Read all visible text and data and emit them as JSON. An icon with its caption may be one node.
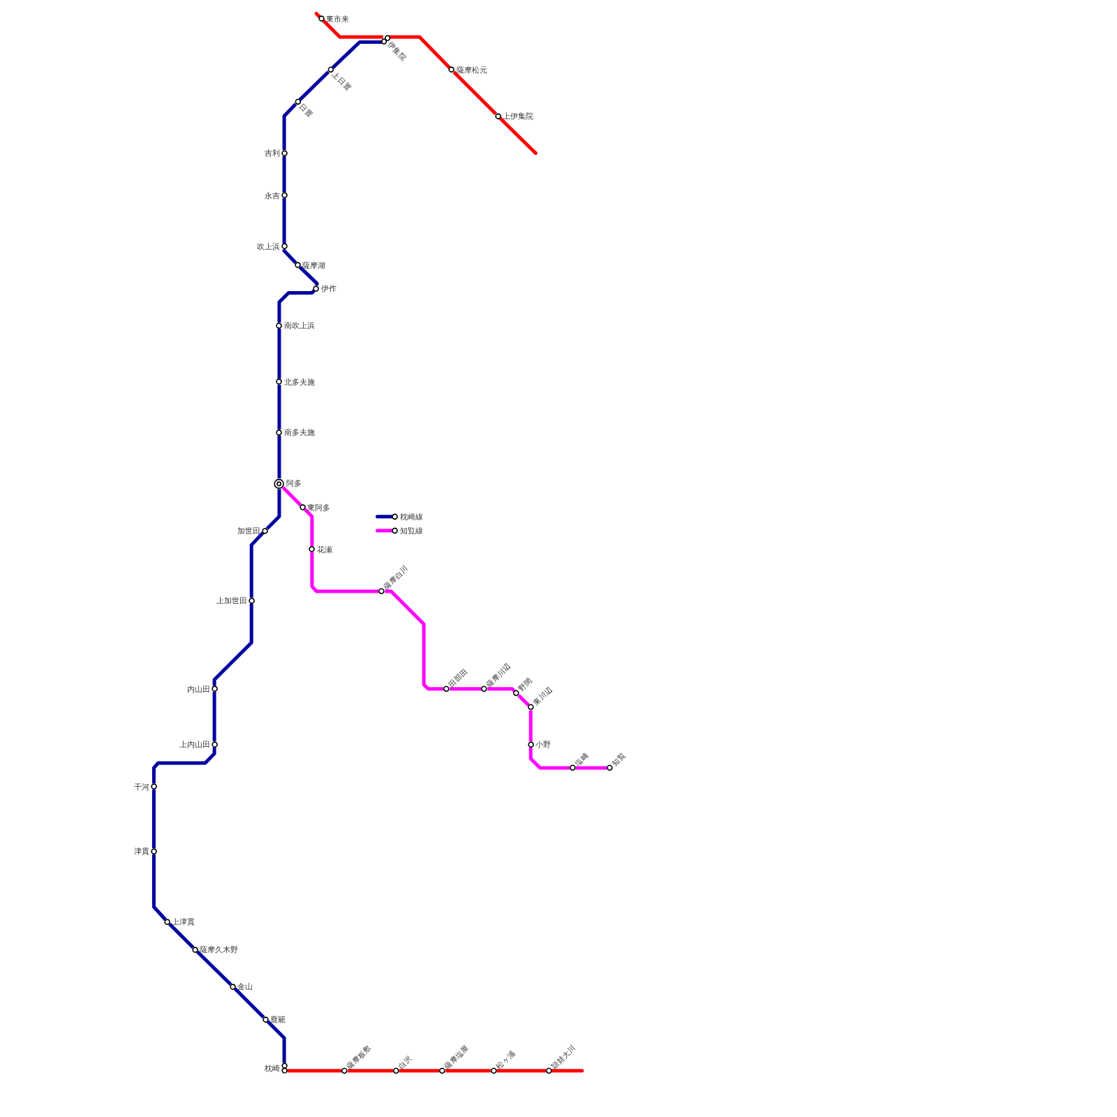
{
  "diagram": {
    "nodes": [
      {
        "text": [
          "東市来"
        ]
      },
      {
        "text": [
          "伊集院"
        ]
      },
      {
        "text": [
          "薩摩松元"
        ]
      },
      {
        "text": [
          "上伊集院"
        ]
      },
      {
        "text": [
          "上日置"
        ]
      },
      {
        "text": [
          "日置"
        ]
      },
      {
        "text": [
          "吉利"
        ]
      },
      {
        "text": [
          "永吉"
        ]
      },
      {
        "text": [
          "吹上浜"
        ]
      },
      {
        "text": [
          "薩摩湖"
        ]
      },
      {
        "text": [
          "伊作"
        ]
      },
      {
        "text": [
          "南吹上浜"
        ]
      },
      {
        "text": [
          "北多夫施"
        ]
      },
      {
        "text": [
          "南多夫施"
        ]
      },
      {
        "text": [
          "阿多"
        ]
      },
      {
        "text": [
          "東阿多"
        ]
      },
      {
        "text": [
          "加世田"
        ]
      },
      {
        "text": [
          "花瀬"
        ]
      },
      {
        "text": [
          "薩摩白川"
        ]
      },
      {
        "text": [
          "上加世田"
        ]
      },
      {
        "text": [
          "内山田"
        ]
      },
      {
        "text": [
          "田部田"
        ]
      },
      {
        "text": [
          "薩摩川辺"
        ]
      },
      {
        "text": [
          "野間"
        ]
      },
      {
        "text": [
          "東川辺"
        ]
      },
      {
        "text": [
          "小野"
        ]
      },
      {
        "text": [
          "上内山田"
        ]
      },
      {
        "text": [
          "塩崎"
        ]
      },
      {
        "text": [
          "知覧"
        ]
      },
      {
        "text": [
          "干河"
        ]
      },
      {
        "text": [
          "津貫"
        ]
      },
      {
        "text": [
          "上津貫"
        ]
      },
      {
        "text": [
          "薩摩久木野"
        ]
      },
      {
        "text": [
          "金山"
        ]
      },
      {
        "text": [
          "鹿籠"
        ]
      },
      {
        "text": [
          "枕崎"
        ]
      },
      {
        "text": [
          "薩摩板敷"
        ]
      },
      {
        "text": [
          "白沢"
        ]
      },
      {
        "text": [
          "薩摩塩屋"
        ]
      },
      {
        "text": [
          "松ヶ浦"
        ]
      },
      {
        "text": [
          "頴娃大川"
        ]
      }
    ],
    "edges": [
      {
        "from": null,
        "to": 0,
        "arrow": "none",
        "color": "#ff0000"
      },
      {
        "from": 0,
        "to": 1,
        "arrow": "none",
        "color": "#ff0000"
      },
      {
        "from": 1,
        "to": 2,
        "arrow": "none",
        "color": "#ff0000"
      },
      {
        "from": 2,
        "to": 3,
        "arrow": "none",
        "color": "#ff0000"
      },
      {
        "from": 3,
        "to": null,
        "arrow": "none",
        "color": "#ff0000"
      },
      {
        "from": 1,
        "to": 4,
        "arrow": "none"
      },
      {
        "from": 4,
        "to": 5,
        "arrow": "none"
      },
      {
        "from": 5,
        "to": 6,
        "arrow": "none"
      },
      {
        "from": 6,
        "to": 7,
        "arrow": "none"
      },
      {
        "from": 7,
        "to": 8,
        "arrow": "none"
      },
      {
        "from": 8,
        "to": 9,
        "arrow": "none"
      },
      {
        "from": 9,
        "to": 10,
        "arrow": "none"
      },
      {
        "from": 10,
        "to": 11,
        "arrow": "none"
      },
      {
        "from": 11,
        "to": 12,
        "arrow": "none"
      },
      {
        "from": 12,
        "to": 13,
        "arrow": "none"
      },
      {
        "from": 13,
        "to": 14,
        "arrow": "none"
      },
      {
        "from": 14,
        "to": 16,
        "arrow": "none"
      },
      {
        "from": 16,
        "to": 19,
        "arrow": "none"
      },
      {
        "from": 19,
        "to": 20,
        "arrow": "none"
      },
      {
        "from": 20,
        "to": 26,
        "arrow": "none"
      },
      {
        "from": 26,
        "to": 29,
        "arrow": "none"
      },
      {
        "from": 29,
        "to": 30,
        "arrow": "none"
      },
      {
        "from": 30,
        "to": 31,
        "arrow": "none"
      },
      {
        "from": 31,
        "to": 32,
        "arrow": "none"
      },
      {
        "from": 32,
        "to": 33,
        "arrow": "none"
      },
      {
        "from": 33,
        "to": 34,
        "arrow": "none"
      },
      {
        "from": 34,
        "to": 35,
        "arrow": "none"
      },
      {
        "from": 14,
        "to": 15,
        "arrow": "none",
        "color": "#ff00ff"
      },
      {
        "from": 15,
        "to": 17,
        "arrow": "none",
        "color": "#ff00ff"
      },
      {
        "from": 17,
        "to": 18,
        "arrow": "none",
        "color": "#ff00ff"
      },
      {
        "from": 18,
        "to": 21,
        "arrow": "none",
        "color": "#ff00ff"
      },
      {
        "from": 21,
        "to": 22,
        "arrow": "none",
        "color": "#ff00ff"
      },
      {
        "from": 22,
        "to": 23,
        "arrow": "none",
        "color": "#ff00ff"
      },
      {
        "from": 23,
        "to": 24,
        "arrow": "none",
        "color": "#ff00ff"
      },
      {
        "from": 24,
        "to": 25,
        "arrow": "none",
        "color": "#ff00ff"
      },
      {
        "from": 25,
        "to": 27,
        "arrow": "none",
        "color": "#ff00ff"
      },
      {
        "from": 27,
        "to": 28,
        "arrow": "none",
        "color": "#ff00ff"
      },
      {
        "from": 35,
        "to": 36,
        "arrow": "none",
        "color": "#ff0000"
      },
      {
        "from": 36,
        "to": 37,
        "arrow": "none",
        "color": "#ff0000"
      },
      {
        "from": 37,
        "to": 38,
        "arrow": "none",
        "color": "#ff0000"
      },
      {
        "from": 38,
        "to": 39,
        "arrow": "none",
        "color": "#ff0000"
      },
      {
        "from": 39,
        "to": 40,
        "arrow": "none",
        "color": "#ff0000"
      },
      {
        "from": 40,
        "to": null,
        "arrow": "none",
        "color": "#ff0000"
      }
    ],
    "legend": [
      {
        "text": "枕崎線",
        "color": "#0000a0"
      },
      {
        "text": "知覧線",
        "color": "#ff00ff"
      }
    ]
  }
}
